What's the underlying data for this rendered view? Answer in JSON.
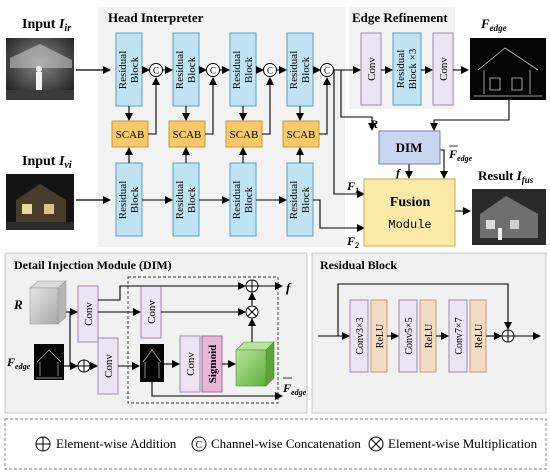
{
  "header": {
    "input_ir": "Input",
    "input_ir_sym": "I",
    "input_ir_sub": "ir",
    "input_vi": "Input",
    "input_vi_sym": "I",
    "input_vi_sub": "vi",
    "head_interpreter": "Head Interpreter",
    "edge_refinement": "Edge Refinement",
    "f_edge_sym": "F",
    "f_edge_sub": "edge",
    "result": "Result",
    "result_sym": "I",
    "result_sub": "fus"
  },
  "blocks": {
    "residual_l1": "Residual",
    "residual_l2": "Block",
    "scab": "SCAB",
    "concat": "C",
    "conv": "Conv",
    "residual_x3_l1": "Residual",
    "residual_x3_l2": "Block ×3",
    "dim": "DIM",
    "fusion_l1": "Fusion",
    "fusion_l2": "Module",
    "r_label": "R",
    "f_label": "f",
    "fbar_sym": "F",
    "fbar_sub": "edge",
    "f1_sym": "F",
    "f1_sub": "1",
    "f2_sym": "F",
    "f2_sub": "2"
  },
  "dim_panel": {
    "title": "Detail Injection Module (DIM)",
    "r_input": "R",
    "f_edge_sym": "F",
    "f_edge_sub": "edge",
    "conv": "Conv",
    "sigmoid": "Sigmoid",
    "out_f": "f",
    "out_fbar_sym": "F",
    "out_fbar_sub": "edge"
  },
  "res_panel": {
    "title": "Residual Block",
    "conv1": "Conv3×3",
    "conv2": "Conv5×5",
    "conv3": "Conv7×7",
    "relu": "ReLU"
  },
  "legend": {
    "add": "Element-wise Addition",
    "concat_sym": "C",
    "concat": "Channel-wise Concatenation",
    "mult": "Element-wise Multiplication"
  },
  "colors": {
    "residual_fill": "#bfe3f2",
    "scab_fill": "#f7c96a",
    "conv_fill": "#ece4f2",
    "dim_fill": "#c9d6ef",
    "fusion_fill": "#fbe9a8",
    "relu_fill": "#f3dcc6",
    "sigmoid_fill": "#e7b8d6",
    "cube_fill": "#8fcf6a",
    "panel_bg": "#f1f1f1"
  }
}
